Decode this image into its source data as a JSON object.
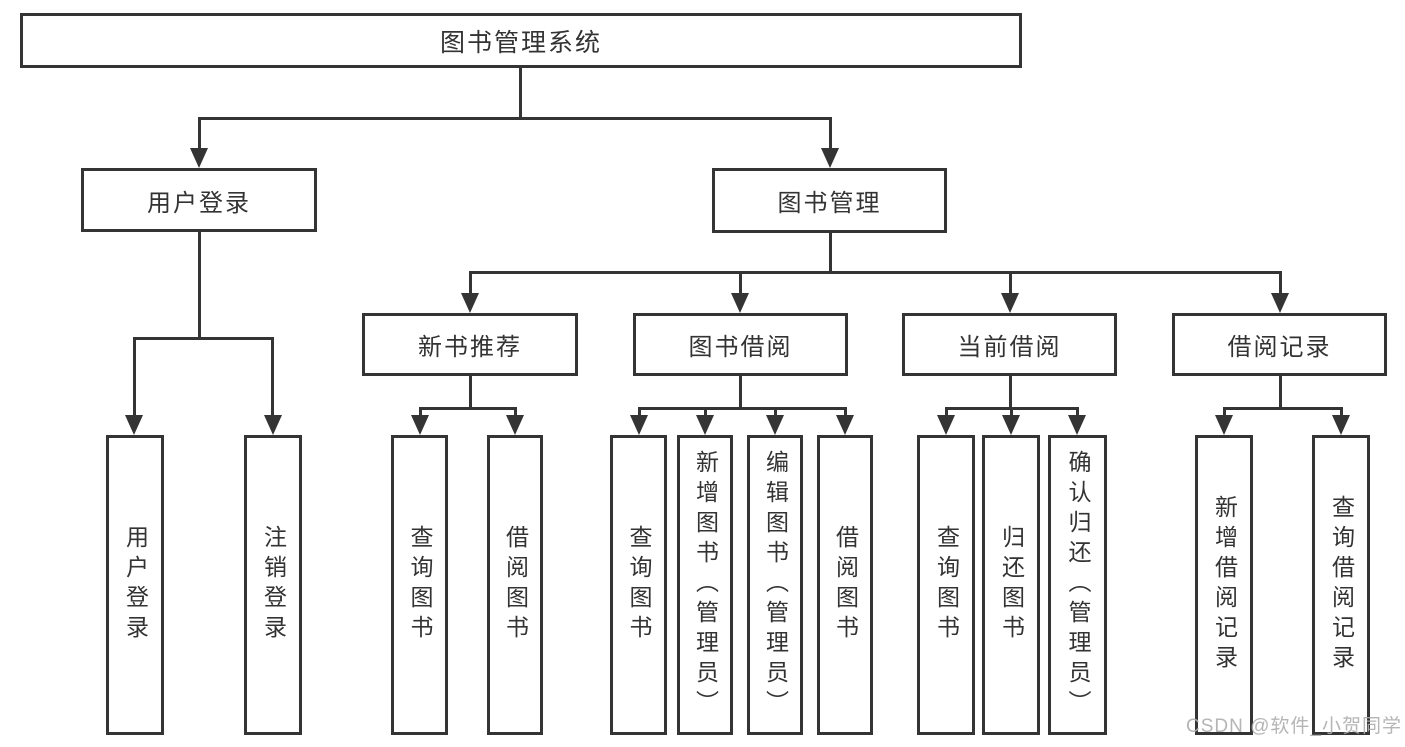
{
  "diagram": {
    "type": "hierarchy-tree",
    "tree": {
      "label": "图书管理系统",
      "children": [
        {
          "label": "用户登录",
          "children": [
            {
              "label": "用户登录"
            },
            {
              "label": "注销登录"
            }
          ]
        },
        {
          "label": "图书管理",
          "children": [
            {
              "label": "新书推荐",
              "children": [
                {
                  "label": "查询图书"
                },
                {
                  "label": "借阅图书"
                }
              ]
            },
            {
              "label": "图书借阅",
              "children": [
                {
                  "label": "查询图书"
                },
                {
                  "label": "新增图书（管理员）"
                },
                {
                  "label": "编辑图书（管理员）"
                },
                {
                  "label": "借阅图书"
                }
              ]
            },
            {
              "label": "当前借阅",
              "children": [
                {
                  "label": "查询图书"
                },
                {
                  "label": "归还图书"
                },
                {
                  "label": "确认归还（管理员）"
                }
              ]
            },
            {
              "label": "借阅记录",
              "children": [
                {
                  "label": "新增借阅记录"
                },
                {
                  "label": "查询借阅记录"
                }
              ]
            }
          ]
        }
      ]
    },
    "watermark": "CSDN @软件_小贺同学",
    "colors": {
      "line": "#343434",
      "box_background": "#ffffff",
      "text": "#333333",
      "watermark": "#adadad"
    }
  }
}
